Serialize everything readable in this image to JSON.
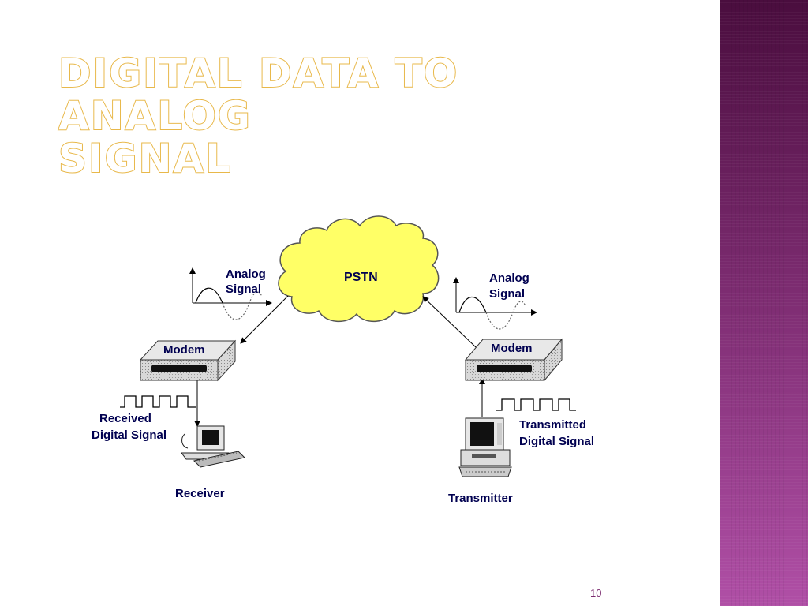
{
  "slide": {
    "title_line1": "Digital Data to Analog",
    "title_line2": "Signal",
    "page_number": "10"
  },
  "diagram": {
    "cloud_label": "PSTN",
    "left": {
      "analog_label_line1": "Analog",
      "analog_label_line2": "Signal",
      "modem_label": "Modem",
      "digital_label_line1": "Received",
      "digital_label_line2": "Digital Signal",
      "computer_label": "Receiver"
    },
    "right": {
      "analog_label_line1": "Analog",
      "analog_label_line2": "Signal",
      "modem_label": "Modem",
      "digital_label_line1": "Transmitted",
      "digital_label_line2": "Digital Signal",
      "computer_label": "Transmitter"
    }
  }
}
